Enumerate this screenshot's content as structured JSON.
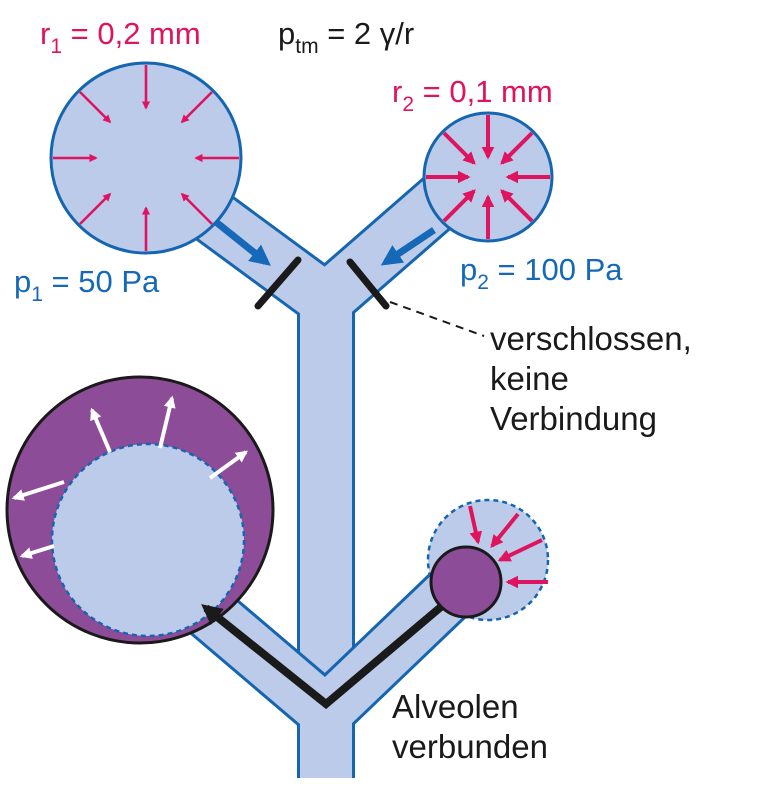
{
  "colors": {
    "alveolus_fill": "#bccbe9",
    "alveolus_stroke": "#1565b0",
    "collapsed_fill": "#8d4c98",
    "pressure_arrow": "#e0135f",
    "flow_arrow": "#1668b8",
    "pressure_text": "#1668b8",
    "radius_text": "#e0135f",
    "outline": "#1a1a1a"
  },
  "top": {
    "radius1": {
      "var": "r",
      "sub": "1",
      "rest": " = 0,2 mm"
    },
    "formula": {
      "var": "p",
      "sub": "tm",
      "rest": " = 2 γ/r"
    },
    "radius2": {
      "var": "r",
      "sub": "2",
      "rest": " = 0,1 mm"
    },
    "pressure1": {
      "var": "p",
      "sub": "1",
      "rest": " = 50 Pa"
    },
    "pressure2": {
      "var": "p",
      "sub": "2",
      "rest": " = 100 Pa"
    },
    "closed_label": {
      "line1": "verschlossen,",
      "line2": "keine",
      "line3": "Verbindung"
    }
  },
  "bottom": {
    "connected_label": {
      "line1": "Alveolen",
      "line2": "verbunden"
    }
  }
}
